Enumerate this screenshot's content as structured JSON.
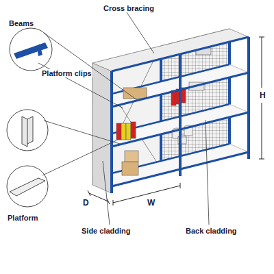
{
  "diagram": {
    "labels": [
      "Beams",
      "Cross bracing",
      "H",
      "Platform clips",
      "D",
      "W",
      "Platform",
      "Side cladding",
      "Back cladding"
    ]
  }
}
